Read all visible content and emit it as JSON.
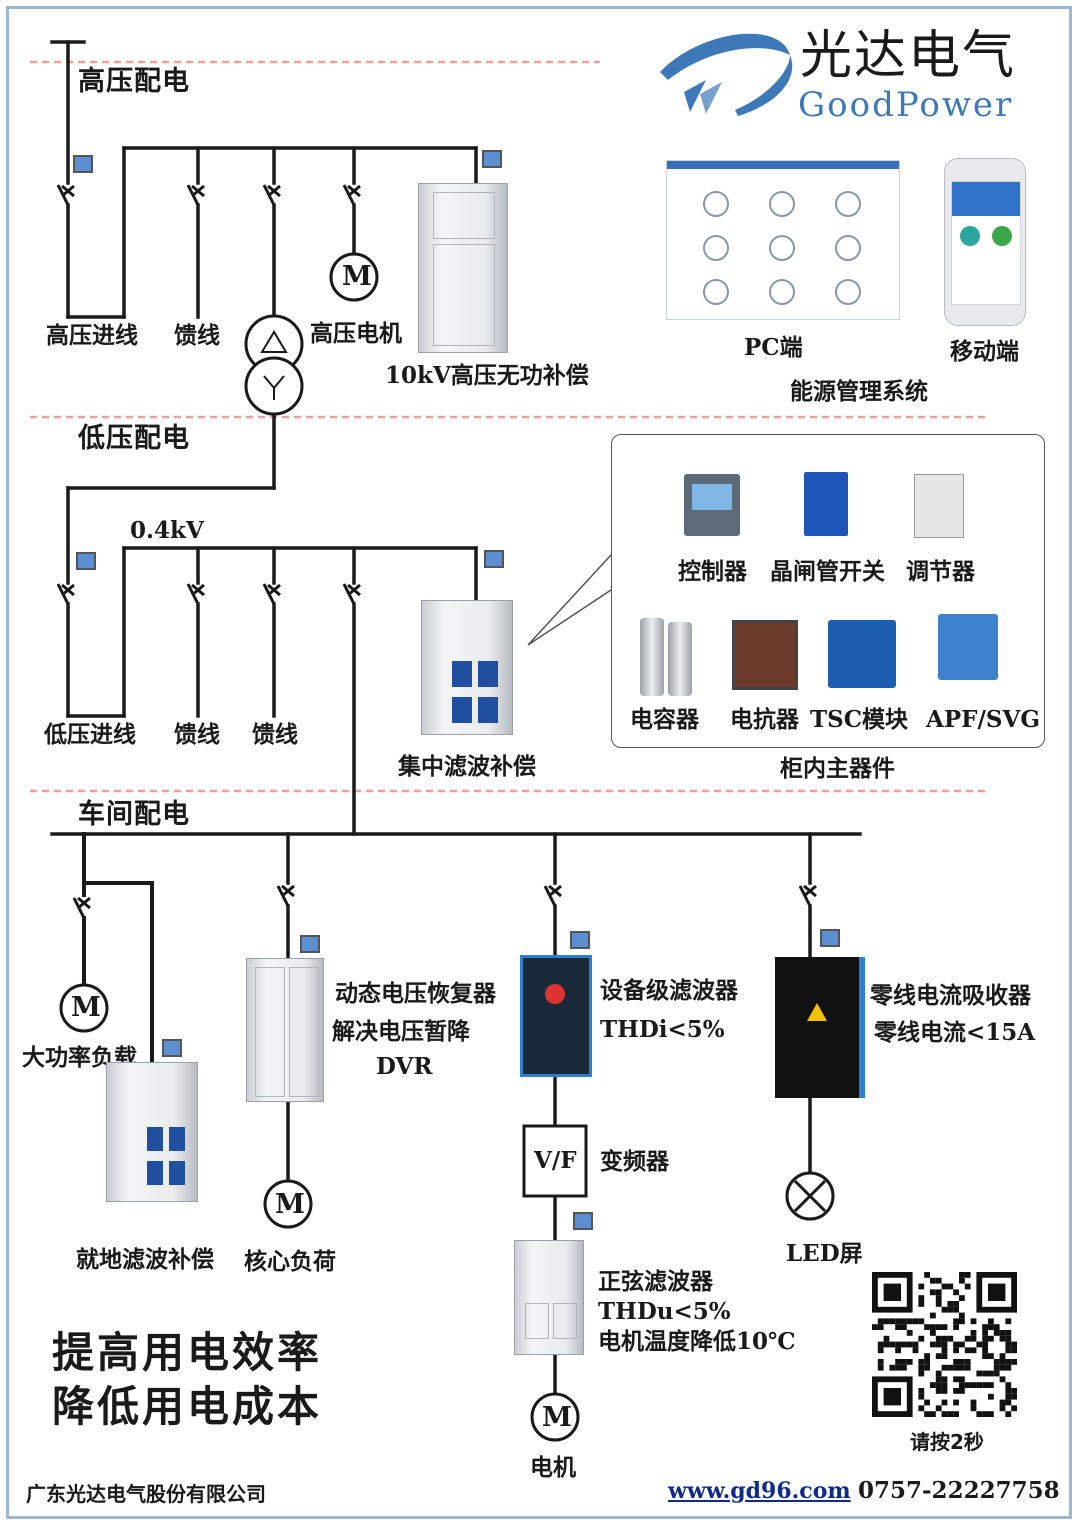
{
  "brand": {
    "name_cn": "光达电气",
    "name_en": "GoodPower"
  },
  "sections": {
    "hv": "高压配电",
    "lv": "低压配电",
    "workshop": "车间配电"
  },
  "hv": {
    "incoming": "高压进线",
    "feeder": "馈线",
    "motor_label": "高压电机",
    "motor_symbol": "M",
    "compensation": "10kV高压无功补偿"
  },
  "ems": {
    "pc": "PC端",
    "mobile": "移动端",
    "title": "能源管理系统"
  },
  "lv": {
    "voltage": "0.4kV",
    "incoming": "低压进线",
    "feeder1": "馈线",
    "feeder2": "馈线",
    "central": "集中滤波补偿"
  },
  "components": {
    "title": "柜内主器件",
    "items": [
      "控制器",
      "晶闸管开关",
      "调节器",
      "电容器",
      "电抗器",
      "TSC模块",
      "APF/SVG"
    ]
  },
  "workshop": {
    "high_power_load": "大功率负载",
    "local_comp": "就地滤波补偿",
    "core_load": "核心负荷",
    "dvr_line1": "动态电压恢复器",
    "dvr_line2": "解决电压暂降",
    "dvr_line3": "DVR",
    "filter_line1": "设备级滤波器",
    "filter_line2": "THDi<5%",
    "vf": "V/F",
    "vfd": "变频器",
    "sine_line1": "正弦滤波器",
    "sine_line2": "THDu<5%",
    "sine_line3": "电机温度降低10℃",
    "motor": "电机",
    "neutral_line1": "零线电流吸收器",
    "neutral_line2": "零线电流<15A",
    "led": "LED屏",
    "motor_symbol": "M"
  },
  "slogan": {
    "line1": "提高用电效率",
    "line2": "降低用电成本"
  },
  "footer": {
    "company": "广东光达电气股份有限公司",
    "website": "www.gd96.com",
    "phone": "0757-22227758",
    "qr_hint": "请按2秒"
  },
  "colors": {
    "accent": "#3d78b8",
    "divider": "#e8a0a0",
    "line": "#1a1a1a"
  }
}
